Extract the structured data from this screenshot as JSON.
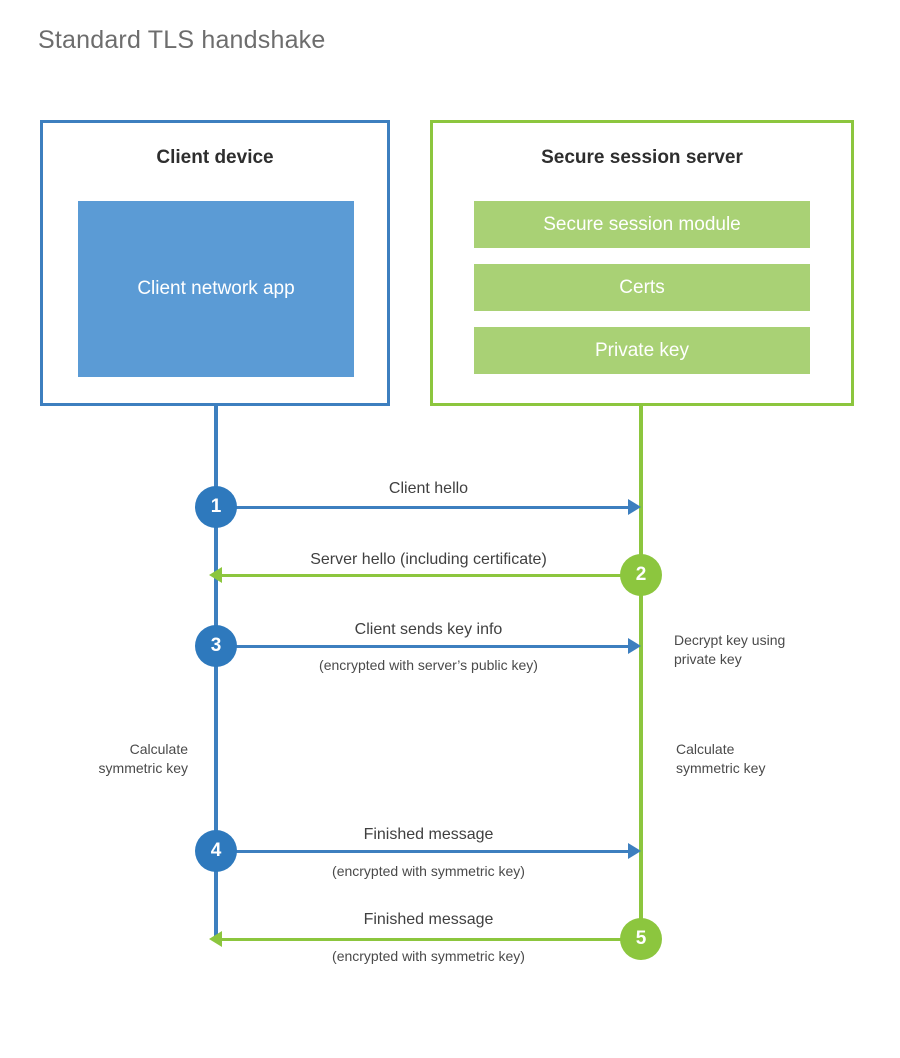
{
  "title": "Standard TLS handshake",
  "colors": {
    "client_blue": "#3d7fbf",
    "client_app_fill": "#5b9bd5",
    "server_green": "#8cc63e",
    "server_block_fill": "#a9d175",
    "circle_blue": "#2e79bd",
    "circle_green": "#8cc63e",
    "text": "#404040",
    "title_text": "#6d6d6d",
    "background": "#ffffff"
  },
  "client": {
    "title": "Client device",
    "app_label": "Client network app"
  },
  "server": {
    "title": "Secure session server",
    "blocks": [
      {
        "label": "Secure session module"
      },
      {
        "label": "Certs"
      },
      {
        "label": "Private key"
      }
    ]
  },
  "steps": [
    {
      "number": "1",
      "label": "Client hello",
      "sublabel": "",
      "direction": "client-to-server",
      "color": "#2e79bd"
    },
    {
      "number": "2",
      "label": "Server hello (including certificate)",
      "sublabel": "",
      "direction": "server-to-client",
      "color": "#8cc63e"
    },
    {
      "number": "3",
      "label": "Client sends key info",
      "sublabel": "(encrypted with server’s public key)",
      "direction": "client-to-server",
      "color": "#2e79bd"
    },
    {
      "number": "4",
      "label": "Finished message",
      "sublabel": "(encrypted with symmetric key)",
      "direction": "client-to-server",
      "color": "#2e79bd"
    },
    {
      "number": "5",
      "label": "Finished message",
      "sublabel": "(encrypted with symmetric key)",
      "direction": "server-to-client",
      "color": "#8cc63e"
    }
  ],
  "annotations": {
    "server_decrypt": "Decrypt key using\nprivate key",
    "server_decrypt_line1": "Decrypt key using",
    "server_decrypt_line2": "private key",
    "client_calculate_line1": "Calculate",
    "client_calculate_line2": "symmetric key",
    "server_calculate_line1": "Calculate",
    "server_calculate_line2": "symmetric key"
  }
}
